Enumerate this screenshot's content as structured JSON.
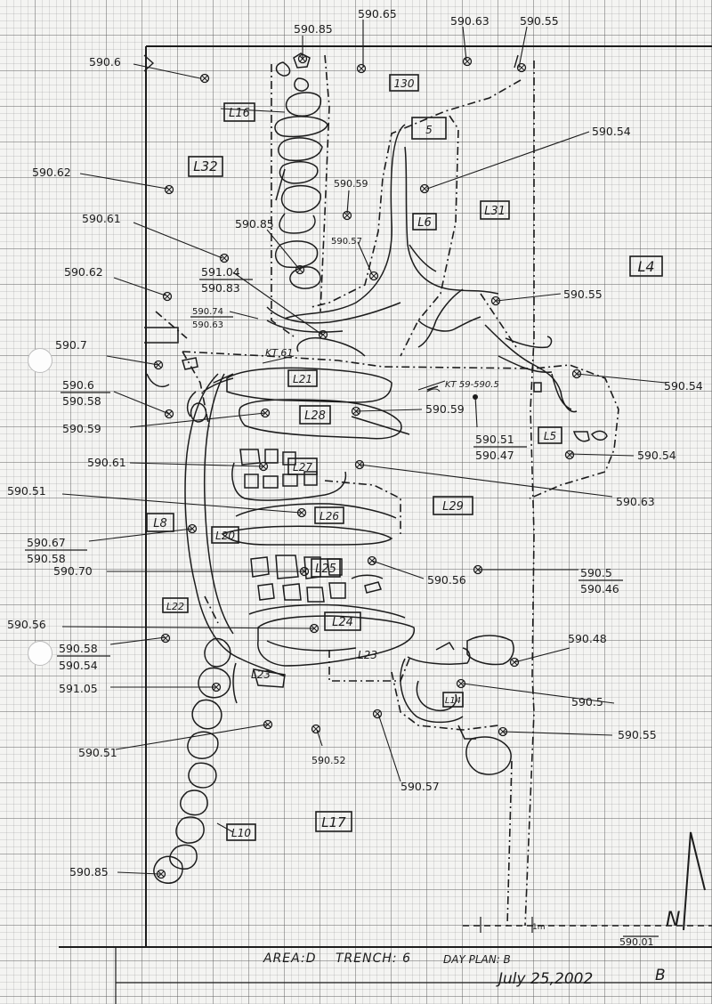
{
  "sheet": {
    "area_label": "AREA:D",
    "trench_label": "TRENCH: 6",
    "plan_label": "DAY PLAN: B",
    "date": "July 25,2002",
    "sheet_letter": "B",
    "north_letter": "N",
    "scale_label": "1m"
  },
  "loci": [
    "L16",
    "L32",
    "L6",
    "L31",
    "L4",
    "L21",
    "L28",
    "L5",
    "L27",
    "L26",
    "L29",
    "L8",
    "L20",
    "L25",
    "L22",
    "L24",
    "L23",
    "L14",
    "L10",
    "L17"
  ],
  "locus_small": [
    "5",
    "130"
  ],
  "references": {
    "kt61": "KT 61",
    "kt59": "KT 59-590.5"
  },
  "elevations": [
    {
      "text": "590.6"
    },
    {
      "text": "590.85"
    },
    {
      "text": "590.65"
    },
    {
      "text": "590.63"
    },
    {
      "text": "590.55"
    },
    {
      "text": "590.54"
    },
    {
      "text": "590.62"
    },
    {
      "text": "590.59"
    },
    {
      "text": "590.61"
    },
    {
      "text": "590.85"
    },
    {
      "text": "590.57"
    },
    {
      "text": "591.04"
    },
    {
      "text": "590.83"
    },
    {
      "text": "590.62"
    },
    {
      "text": "590.55"
    },
    {
      "text": "590.74"
    },
    {
      "text": "590.63"
    },
    {
      "text": "590.7"
    },
    {
      "text": "590.54"
    },
    {
      "text": "590.6"
    },
    {
      "text": "590.58"
    },
    {
      "text": "590.59"
    },
    {
      "text": "590.59"
    },
    {
      "text": "590.51"
    },
    {
      "text": "590.47"
    },
    {
      "text": "590.54"
    },
    {
      "text": "590.61"
    },
    {
      "text": "590.63"
    },
    {
      "text": "590.51"
    },
    {
      "text": "590.67"
    },
    {
      "text": "590.58"
    },
    {
      "text": "590.70"
    },
    {
      "text": "590.56"
    },
    {
      "text": "590.5"
    },
    {
      "text": "590.46"
    },
    {
      "text": "590.56"
    },
    {
      "text": "590.48"
    },
    {
      "text": "590.58"
    },
    {
      "text": "590.54"
    },
    {
      "text": "591.05"
    },
    {
      "text": "590.5"
    },
    {
      "text": "590.51"
    },
    {
      "text": "590.55"
    },
    {
      "text": "590.52"
    },
    {
      "text": "590.57"
    },
    {
      "text": "590.85"
    },
    {
      "text": "590.01"
    }
  ]
}
